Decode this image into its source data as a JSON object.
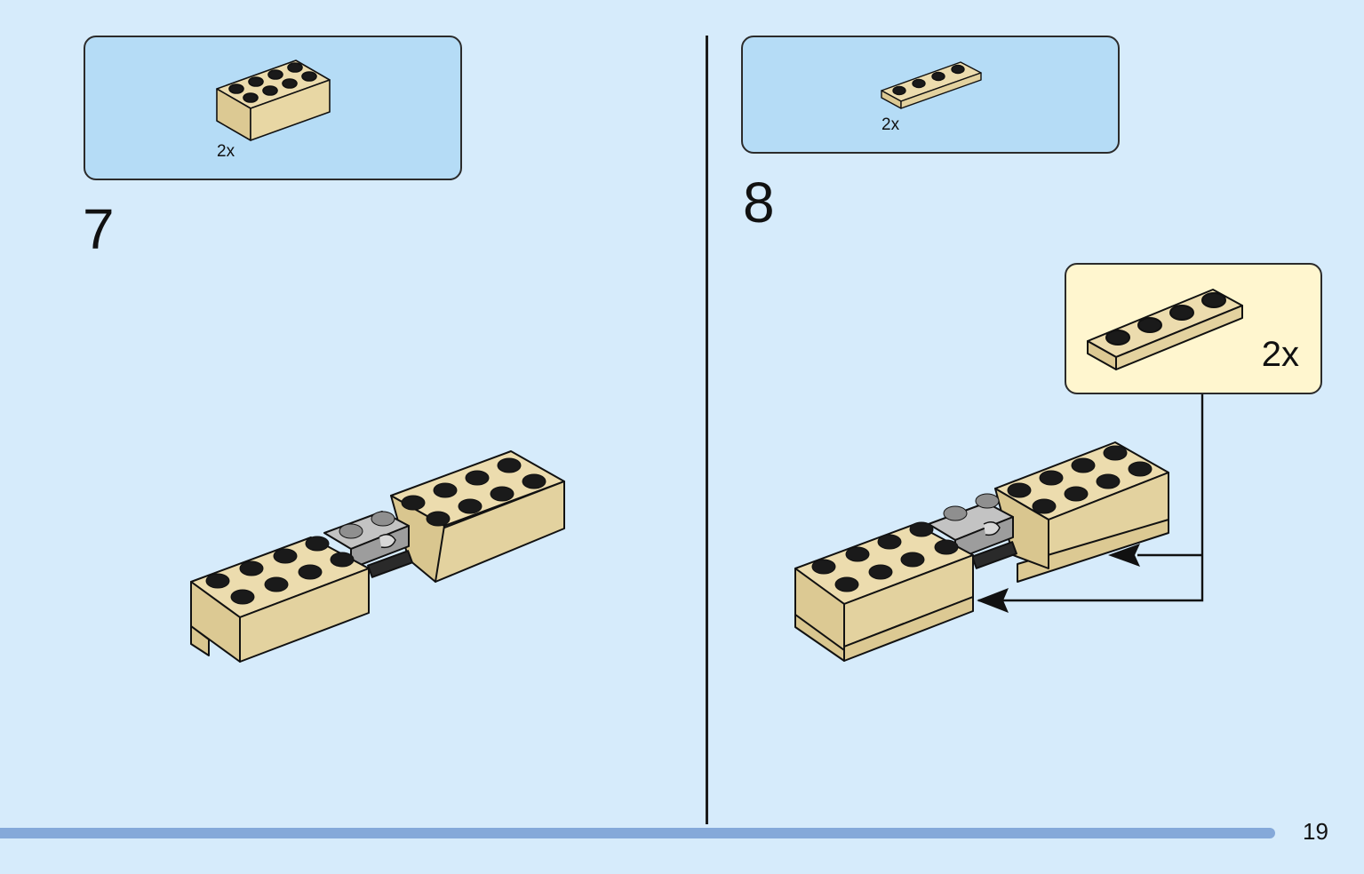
{
  "colors": {
    "background": "#d6ebfb",
    "parts_box": "#b5dcf6",
    "callout": "#fff6cf",
    "brick_tan": "#e3d29f",
    "technic_gray": "#b9b9b9",
    "progress_bar": "#85a9d9"
  },
  "steps": [
    {
      "number": "7",
      "parts": [
        {
          "icon": "tan-brick-2x4-icon",
          "quantity": "2x"
        }
      ]
    },
    {
      "number": "8",
      "parts": [
        {
          "icon": "tan-plate-1x4-icon",
          "quantity": "2x"
        }
      ],
      "callout": {
        "icon": "tan-plate-1x4-icon",
        "quantity": "2x"
      }
    }
  ],
  "progress": 0.935,
  "page_number": "19"
}
